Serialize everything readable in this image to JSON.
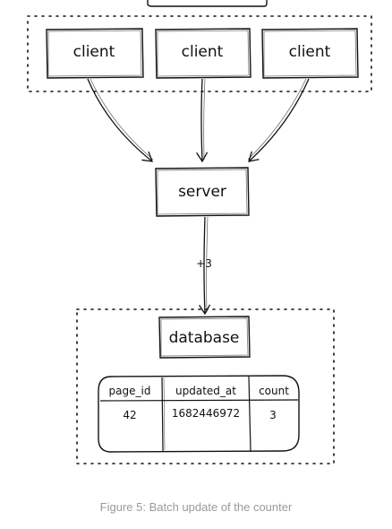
{
  "nodes": {
    "client_1": "client",
    "client_2": "client",
    "client_3": "client",
    "server": "server",
    "database": "database"
  },
  "edge_label": "+3",
  "table": {
    "headers": [
      "page_id",
      "updated_at",
      "count"
    ],
    "row": [
      "42",
      "1682446972",
      "3"
    ]
  },
  "caption": "Figure 5: Batch update of the counter"
}
